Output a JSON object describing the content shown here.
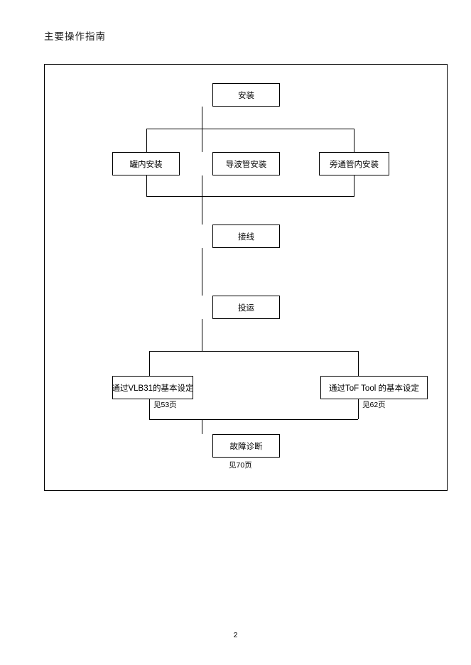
{
  "document": {
    "title": "主要操作指南",
    "page_number": "2"
  },
  "flowchart": {
    "nodes": {
      "install": "安装",
      "in_tank": "罐内安装",
      "waveguide": "导波管安装",
      "bypass": "旁通管内安装",
      "wiring": "接线",
      "commissioning": "投运",
      "vlb31_setup": "通过VLB31的基本设定",
      "tof_tool_setup": "通过ToF  Tool 的基本设定",
      "diagnostics": "故障诊断"
    },
    "notes": {
      "vlb31_page_ref": "见53页",
      "tof_tool_page_ref": "见62页",
      "diagnostics_page_ref": "见70页"
    }
  }
}
